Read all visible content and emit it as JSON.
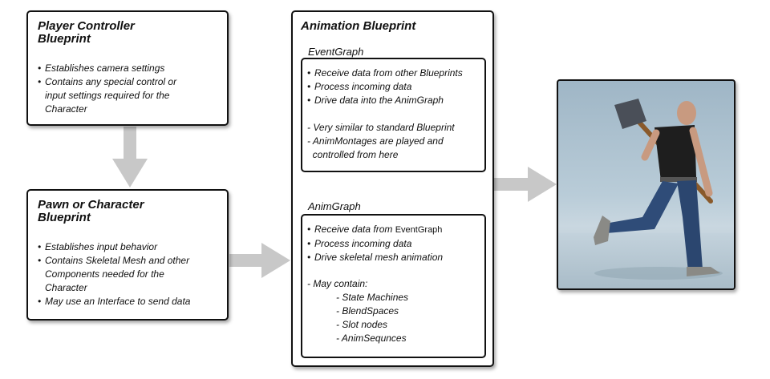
{
  "player_controller": {
    "title_line1": "Player Controller",
    "title_line2": "Blueprint",
    "items": [
      "Establishes camera settings",
      "Contains any special control or",
      "input settings required for the",
      "Character"
    ]
  },
  "pawn": {
    "title_line1": "Pawn or Character",
    "title_line2": "Blueprint",
    "items": [
      "Establishes input behavior",
      "Contains Skeletal Mesh and other",
      "Components needed for the",
      "Character",
      "May use an Interface to send data"
    ]
  },
  "anim_blueprint": {
    "title": "Animation Blueprint",
    "event_graph": {
      "label": "EventGraph",
      "bullets": [
        "Receive data from other Blueprints",
        "Process incoming data",
        "Drive data into the AnimGraph"
      ],
      "notes": [
        "- Very similar to standard Blueprint",
        "- AnimMontages are played and",
        "  controlled from here"
      ]
    },
    "anim_graph": {
      "label": "AnimGraph",
      "bullets_prefix": "Receive data from ",
      "bullets_ref": "EventGraph",
      "bullets": [
        "Process incoming data",
        "Drive skeletal mesh animation"
      ],
      "notes_header": "- May contain:",
      "contains": [
        "- State Machines",
        "- BlendSpaces",
        "- Slot nodes",
        "- AnimSequnces"
      ]
    }
  },
  "colors": {
    "arrow": "#c8c8c8",
    "border": "#111111",
    "sky": "#b9ccd8"
  },
  "image_subject": "character-with-hammer"
}
